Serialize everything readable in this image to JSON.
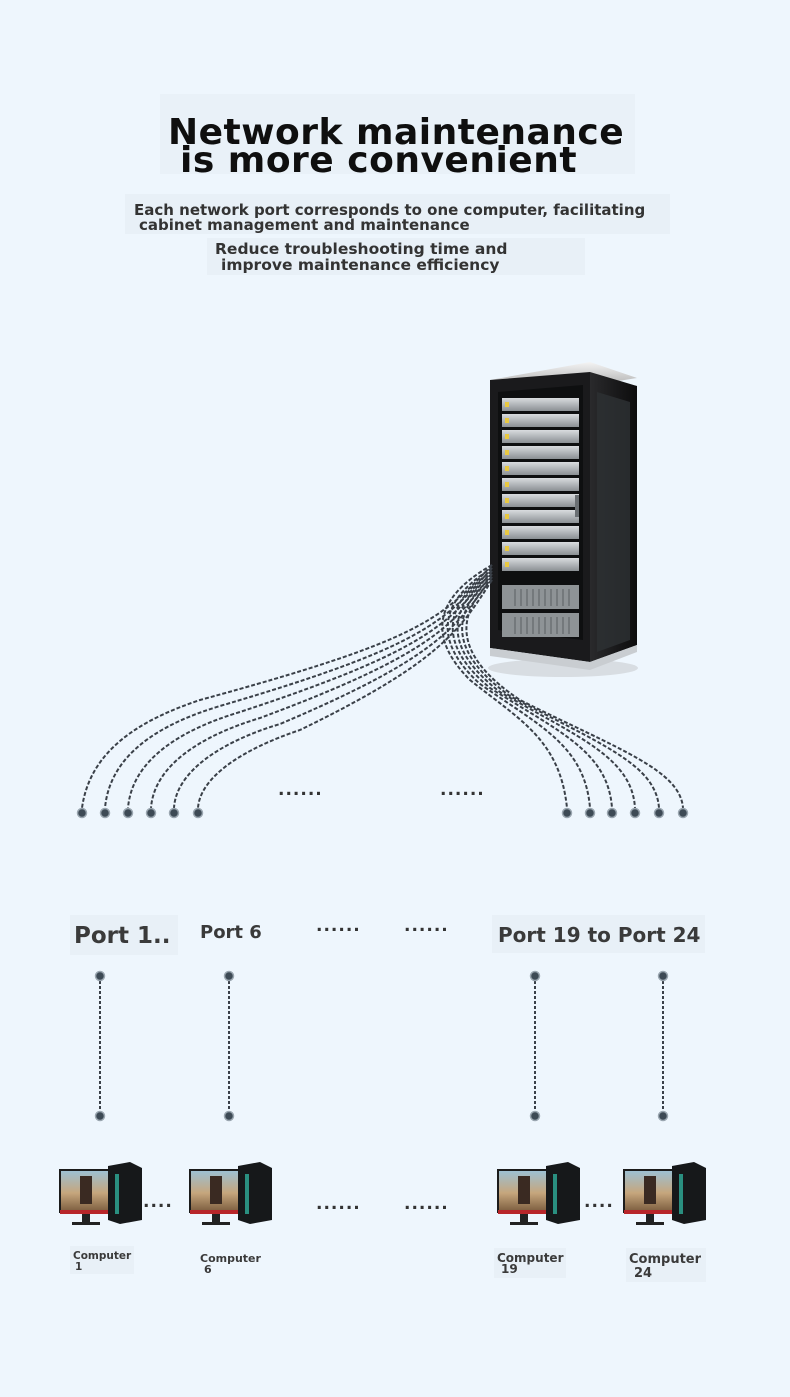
{
  "heading": {
    "line1": "Network maintenance",
    "line2": "is more convenient"
  },
  "subtitle1": {
    "line1": "Each network port corresponds to one computer, facilitating",
    "line2": "cabinet management and maintenance"
  },
  "subtitle2": {
    "line1": "Reduce troubleshooting time and",
    "line2": "improve maintenance efficiency"
  },
  "ellipsis": {
    "cables": "......",
    "ports": "......",
    "computers": "......",
    "between_computers": "...."
  },
  "ports": {
    "first": "Port 1..",
    "sixth": "Port 6",
    "range": "Port 19 to Port 24"
  },
  "computers": [
    {
      "label": "Computer",
      "number": "1"
    },
    {
      "label": "Computer",
      "number": "6"
    },
    {
      "label": "Computer",
      "number": "19"
    },
    {
      "label": "Computer",
      "number": "24"
    }
  ],
  "colors": {
    "background": "#eef6fd",
    "cable": "#3a4048",
    "node": "#3d4a55",
    "cabinet": "#1d1d1f"
  },
  "icons": [
    "server-cabinet-icon",
    "computer-icon",
    "cable-connector-icon"
  ]
}
